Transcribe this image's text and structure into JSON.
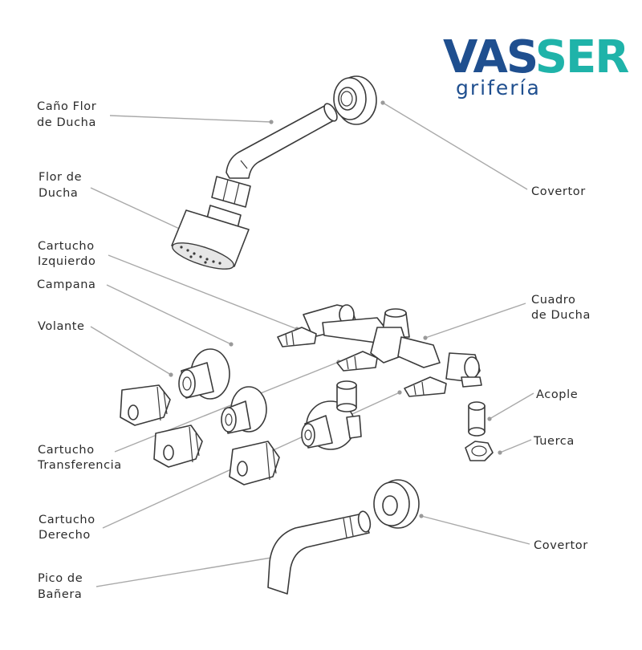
{
  "brand": {
    "name_part1": "VAS",
    "name_part2": "SER",
    "tagline": "grifería",
    "color_primary": "#1f4f8f",
    "color_accent": "#1fb3a9"
  },
  "labels": {
    "cano_line1": "Caño Flor",
    "cano_line2": "de Ducha",
    "flor_line1": "Flor de",
    "flor_line2": "Ducha",
    "cart_izq_line1": "Cartucho",
    "cart_izq_line2": "Izquierdo",
    "campana": "Campana",
    "volante": "Volante",
    "cart_trans_line1": "Cartucho",
    "cart_trans_line2": "Transferencia",
    "cart_der_line1": "Cartucho",
    "cart_der_line2": "Derecho",
    "pico_line1": "Pico de",
    "pico_line2": "Bañera",
    "covertor_top": "Covertor",
    "cuadro_line1": "Cuadro",
    "cuadro_line2": "de Ducha",
    "acople": "Acople",
    "tuerca": "Tuerca",
    "covertor_bottom": "Covertor"
  }
}
